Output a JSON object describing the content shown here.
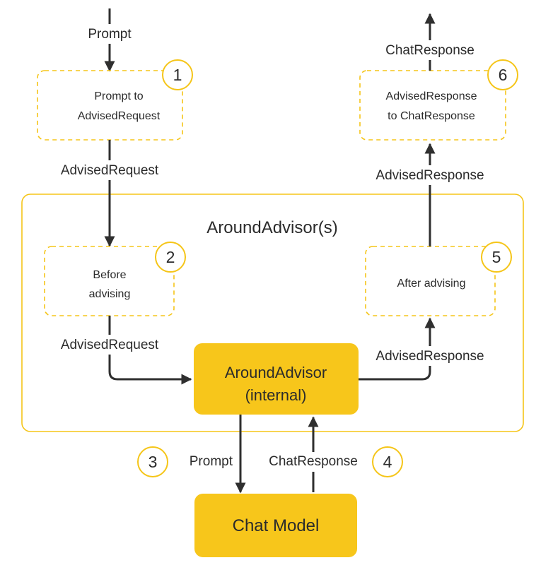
{
  "colors": {
    "accent": "#f5c518",
    "accent_fill": "#f7c61b",
    "line": "#2f2f2f",
    "text": "#2b2b2b",
    "background": "#ffffff"
  },
  "edges": {
    "prompt_in": "Prompt",
    "advised_request_1": "AdvisedRequest",
    "advised_request_2": "AdvisedRequest",
    "prompt_to_model": "Prompt",
    "chat_response_from_model": "ChatResponse",
    "advised_response_1": "AdvisedResponse",
    "advised_response_2": "AdvisedResponse",
    "chat_response_out": "ChatResponse"
  },
  "container": {
    "label": "AroundAdvisor(s)"
  },
  "steps": [
    {
      "number": "1",
      "lines": [
        "Prompt to",
        "AdvisedRequest"
      ]
    },
    {
      "number": "2",
      "lines": [
        "Before",
        "advising"
      ]
    },
    {
      "number": "3"
    },
    {
      "number": "4"
    },
    {
      "number": "5",
      "lines": [
        "After advising"
      ]
    },
    {
      "number": "6",
      "lines": [
        "AdvisedResponse",
        "to ChatResponse"
      ]
    }
  ],
  "internal": {
    "line1": "AroundAdvisor",
    "line2": "(internal)"
  },
  "model": {
    "label": "Chat Model"
  }
}
